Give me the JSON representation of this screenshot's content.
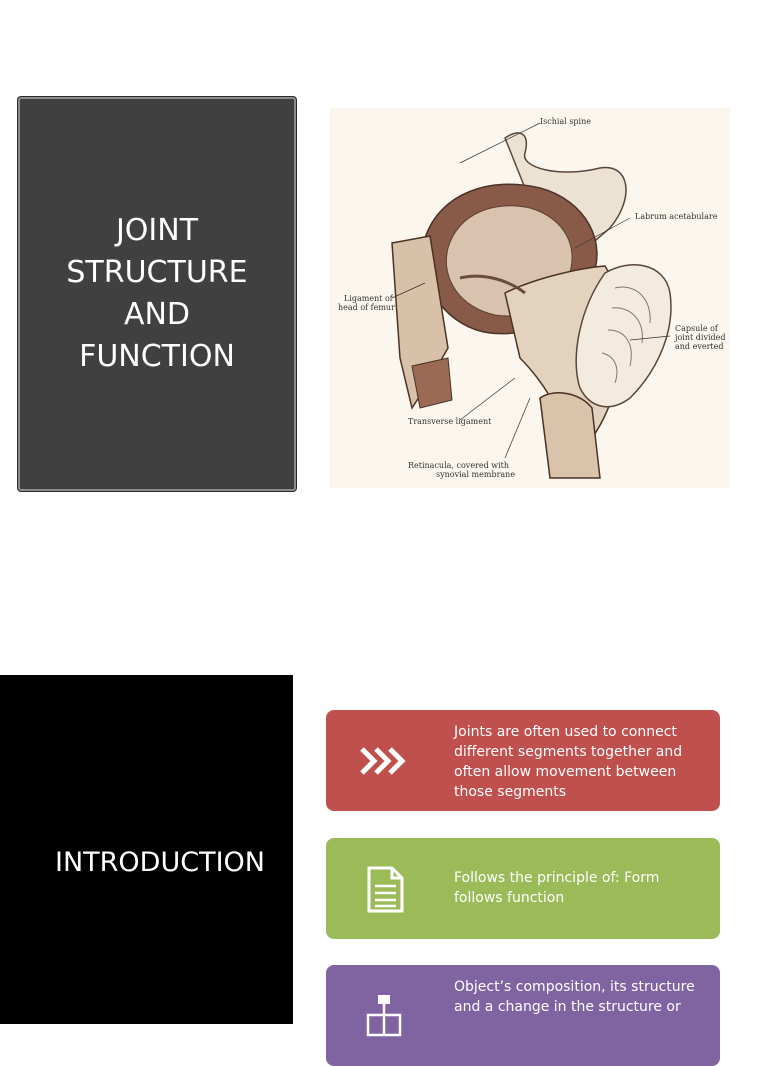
{
  "slide1": {
    "title_lines": [
      "JOINT",
      "STRUCTURE",
      "AND",
      "FUNCTION"
    ],
    "anatomy_labels": {
      "ischial_spine": "Ischial spine",
      "labrum": "Labrum acetabulare",
      "ligament_head_1": "Ligament of",
      "ligament_head_2": "head of femur",
      "capsule_1": "Capsule of",
      "capsule_2": "joint divided",
      "capsule_3": "and everted",
      "transverse": "Transverse ligament",
      "retinacula_1": "Retinacula, covered with",
      "retinacula_2": "synovial membrane"
    }
  },
  "slide2": {
    "title": "INTRODUCTION",
    "cards": [
      {
        "text": "Joints are often used to connect different segments together and often allow movement between those segments",
        "icon": "chevrons-right-icon",
        "color": "#c0504d"
      },
      {
        "text": "Follows the principle of: Form follows function",
        "icon": "document-icon",
        "color": "#9bbb59"
      },
      {
        "text": "Object’s composition, its structure and a change in the structure or",
        "icon": "hierarchy-icon",
        "color": "#8064a2"
      }
    ]
  },
  "colors": {
    "title_box": "#404040",
    "intro_panel": "#000000"
  }
}
